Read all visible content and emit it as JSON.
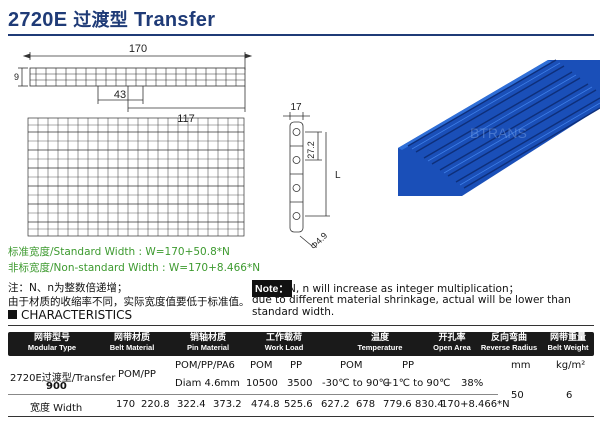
{
  "title": {
    "code": "2720E",
    "cn": "过渡型",
    "en": "Transfer"
  },
  "drawing": {
    "dim_170": "170",
    "dim_9": "9",
    "dim_43": "43",
    "dim_117": "117",
    "dim_17": "17",
    "dim_27_2": "27.2",
    "dim_L": "L",
    "dim_phi": "Φ4.9"
  },
  "photo_watermark": "BTRANS",
  "widths": {
    "standard": "标准宽度/Standard Width : W=170+50.8*N",
    "nonstandard": "非标宽度/Non-standard Width : W=170+8.466*N"
  },
  "notes": {
    "cn_line1": "注：N、n为整数倍递增；",
    "cn_line2": "由于材质的收缩率不同，实际宽度值要低于标准值。",
    "label": "Note：",
    "en_line1": "N, n will increase as integer multiplication；",
    "en_line2": "due to different material shrinkage, actual will be lower than standard width."
  },
  "characteristics": {
    "heading": "CHARACTERISTICS",
    "headers": [
      {
        "cn": "网带型号",
        "en": "Modular Type"
      },
      {
        "cn": "网带材质",
        "en": "Belt Material"
      },
      {
        "cn": "销轴材质",
        "en": "Pin Material"
      },
      {
        "cn": "工作载荷",
        "en": "Work Load"
      },
      {
        "cn": "温度",
        "en": "Temperature"
      },
      {
        "cn": "开孔率",
        "en": "Open Area"
      },
      {
        "cn": "反向弯曲",
        "en": "Reverse Radius"
      },
      {
        "cn": "网带重量",
        "en": "Belt Weight"
      }
    ],
    "row1": {
      "pin": "POM/PP/PA6",
      "load_pom": "POM",
      "load_pp": "PP",
      "temp_pom": "POM",
      "temp_pp": "PP",
      "radius_unit": "mm",
      "weight_unit": "kg/m²"
    },
    "row2": {
      "modular": "2720E过渡型/Transfer",
      "material": "POM/PP",
      "pin": "Diam 4.6mm",
      "load_pom": "10500",
      "load_pp": "3500",
      "temp_pom": "-30℃ to 90℃",
      "temp_pp": "+1℃ to 90℃",
      "open": "38%",
      "radius": "50",
      "weight": "6",
      "modular_sub": "900"
    },
    "row3": {
      "label": "宽度 Width",
      "values": [
        "170",
        "220.8",
        "322.4",
        "373.2",
        "474.8",
        "525.6",
        "627.2",
        "678",
        "779.6",
        "830.4",
        "170+8.466*N"
      ]
    }
  }
}
